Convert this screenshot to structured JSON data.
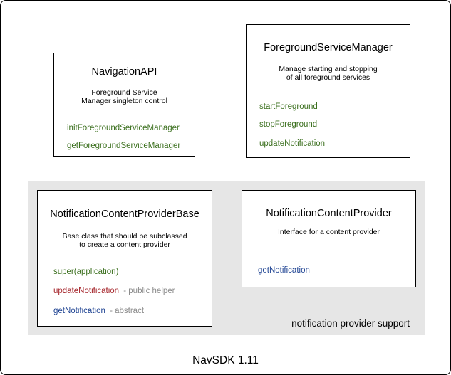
{
  "colors": {
    "method-green": "#3c701f",
    "method-red": "#a5242a",
    "method-blue": "#1c4191",
    "suffix-gray": "#8a8a8a",
    "region-bg": "#e6e6e6"
  },
  "caption": "NavSDK 1.11",
  "region": {
    "label": "notification provider support"
  },
  "boxes": {
    "navigation_api": {
      "title": "NavigationAPI",
      "description_line1": "Foreground Service",
      "description_line2": "Manager singleton control",
      "methods": [
        {
          "name": "initForegroundServiceManager",
          "color": "green"
        },
        {
          "name": "getForegroundServiceManager",
          "color": "green"
        }
      ]
    },
    "foreground_service_manager": {
      "title": "ForegroundServiceManager",
      "description_line1": "Manage starting and stopping",
      "description_line2": "of all foreground services",
      "methods": [
        {
          "name": "startForeground",
          "color": "green"
        },
        {
          "name": "stopForeground",
          "color": "green"
        },
        {
          "name": "updateNotification",
          "color": "green"
        }
      ]
    },
    "notification_content_provider_base": {
      "title": "NotificationContentProviderBase",
      "description_line1": "Base class that should be subclassed",
      "description_line2": "to create a content provider",
      "methods": [
        {
          "name": "super(application)",
          "color": "green",
          "suffix": ""
        },
        {
          "name": "updateNotification",
          "color": "red",
          "suffix": "- public helper"
        },
        {
          "name": "getNotification",
          "color": "blue",
          "suffix": "- abstract"
        }
      ]
    },
    "notification_content_provider": {
      "title": "NotificationContentProvider",
      "description_line1": "Interface for a content provider",
      "methods": [
        {
          "name": "getNotification",
          "color": "blue"
        }
      ]
    }
  }
}
